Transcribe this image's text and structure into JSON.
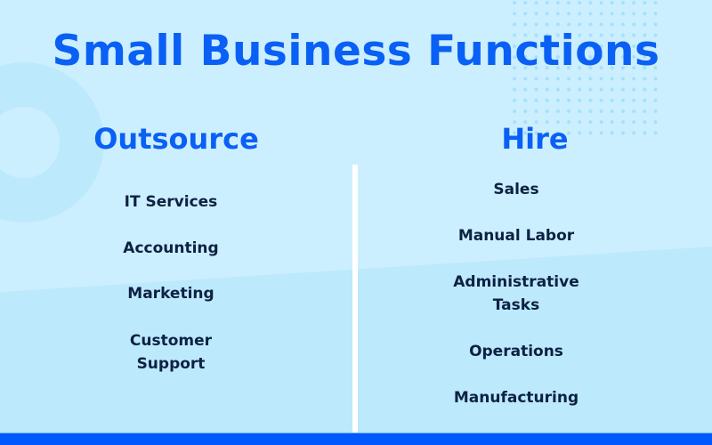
{
  "title": "Small Business Functions",
  "columns": {
    "outsource": {
      "heading": "Outsource",
      "items": [
        "IT Services",
        "Accounting",
        "Marketing",
        "Customer Support"
      ]
    },
    "hire": {
      "heading": "Hire",
      "items": [
        "Sales",
        "Manual Labor",
        "Administrative Tasks",
        "Operations",
        "Manufacturing"
      ]
    }
  },
  "colors": {
    "accent": "#0a60f5",
    "text_dark": "#0d2143",
    "background": "#ccefff",
    "background_lower": "#bde9fd",
    "bottom_bar": "#0058ff",
    "divider": "#ffffff"
  }
}
